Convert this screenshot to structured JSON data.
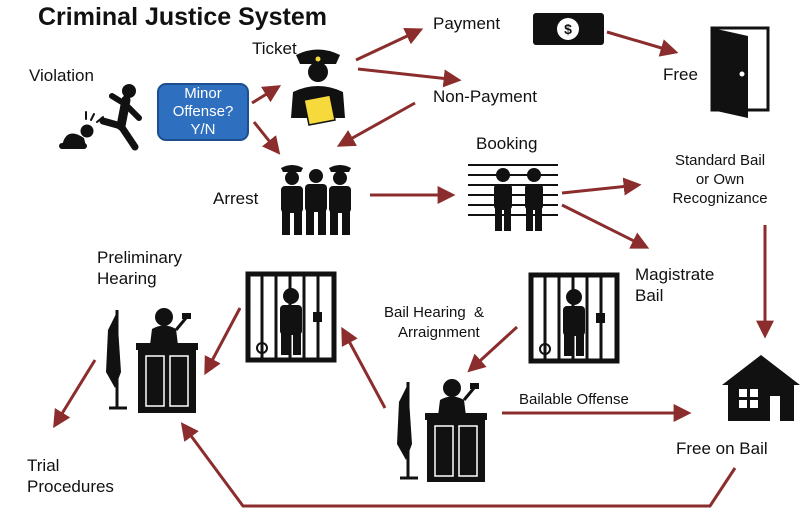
{
  "title": "Criminal Justice System",
  "colors": {
    "arrow": "#8b2d2d",
    "decision_box": "#2e6fbf",
    "ink": "#111111"
  },
  "decision": {
    "lines": [
      "Minor",
      "Offense?",
      "Y/N"
    ]
  },
  "nodes": {
    "violation": "Violation",
    "ticket": "Ticket",
    "payment": "Payment",
    "non_payment": "Non-Payment",
    "free": "Free",
    "arrest": "Arrest",
    "booking": "Booking",
    "standard_bail": [
      "Standard Bail",
      "or Own",
      "Recognizance"
    ],
    "magistrate_bail": [
      "Magistrate",
      "Bail"
    ],
    "bail_hearing": [
      "Bail Hearing  &",
      "Arraignment"
    ],
    "preliminary_hearing": [
      "Preliminary",
      "Hearing"
    ],
    "bailable_offense": "Bailable Offense",
    "free_on_bail": "Free on Bail",
    "trial_procedures": [
      "Trial",
      "Procedures"
    ]
  },
  "icons": {
    "violation": "assault-figures-icon",
    "ticket": "police-officer-ticket-icon",
    "payment": "dollar-bill-icon",
    "free": "open-door-icon",
    "arrest": "officers-with-arrestee-icon",
    "booking": "mugshot-lineup-icon",
    "jail": "jail-cell-icon",
    "court": "judge-at-bench-icon",
    "free_on_bail": "house-icon"
  }
}
